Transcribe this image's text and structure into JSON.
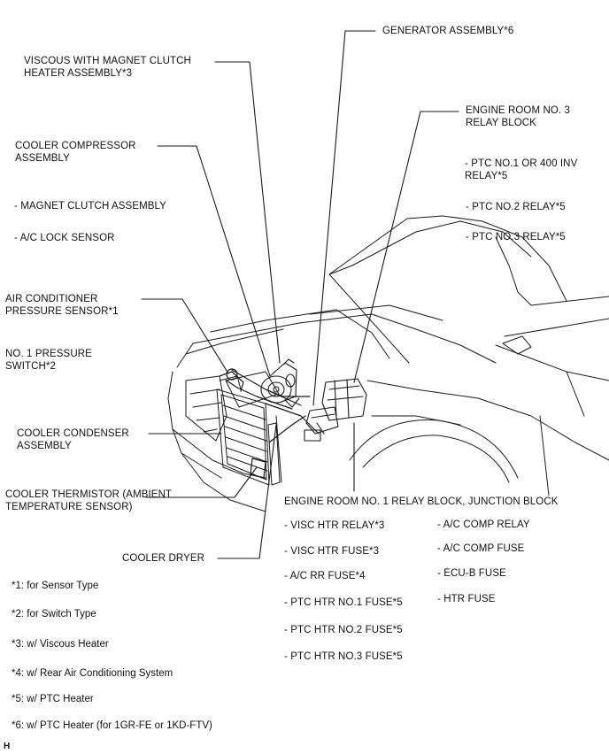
{
  "labels": {
    "generator": "GENERATOR ASSEMBLY*6",
    "viscous": "VISCOUS WITH MAGNET CLUTCH\nHEATER ASSEMBLY*3",
    "engine_room_3": "ENGINE ROOM NO. 3\nRELAY BLOCK",
    "ptc_no1": "- PTC NO.1 OR 400 INV\nRELAY*5",
    "ptc_no2": "- PTC NO.2 RELAY*5",
    "ptc_no3": "- PTC NO.3 RELAY*5",
    "cooler_compressor": "COOLER COMPRESSOR\nASSEMBLY",
    "magnet_clutch": "- MAGNET CLUTCH ASSEMBLY",
    "ac_lock": "- A/C LOCK SENSOR",
    "pressure_sensor": "AIR CONDITIONER\nPRESSURE SENSOR*1",
    "pressure_switch": "NO. 1 PRESSURE\nSWITCH*2",
    "condenser": "COOLER CONDENSER\nASSEMBLY",
    "thermistor": "COOLER THERMISTOR (AMBIENT\nTEMPERATURE SENSOR)",
    "dryer": "COOLER DRYER",
    "engine_room_1": "ENGINE ROOM NO. 1 RELAY BLOCK, JUNCTION BLOCK"
  },
  "relay_block_left": [
    "- VISC HTR RELAY*3",
    "- VISC HTR FUSE*3",
    "- A/C RR FUSE*4",
    "- PTC HTR NO.1 FUSE*5",
    "- PTC HTR NO.2 FUSE*5",
    "- PTC HTR NO.3 FUSE*5"
  ],
  "relay_block_right": [
    "- A/C COMP RELAY",
    "- A/C COMP FUSE",
    "- ECU-B FUSE",
    "- HTR FUSE"
  ],
  "footnotes": [
    "*1: for Sensor Type",
    "*2: for Switch Type",
    "*3: w/ Viscous Heater",
    "*4: w/ Rear Air Conditioning System",
    "*5: w/ PTC Heater",
    "*6: w/ PTC Heater (for 1GR-FE or 1KD-FTV)"
  ],
  "figure_code": "H"
}
